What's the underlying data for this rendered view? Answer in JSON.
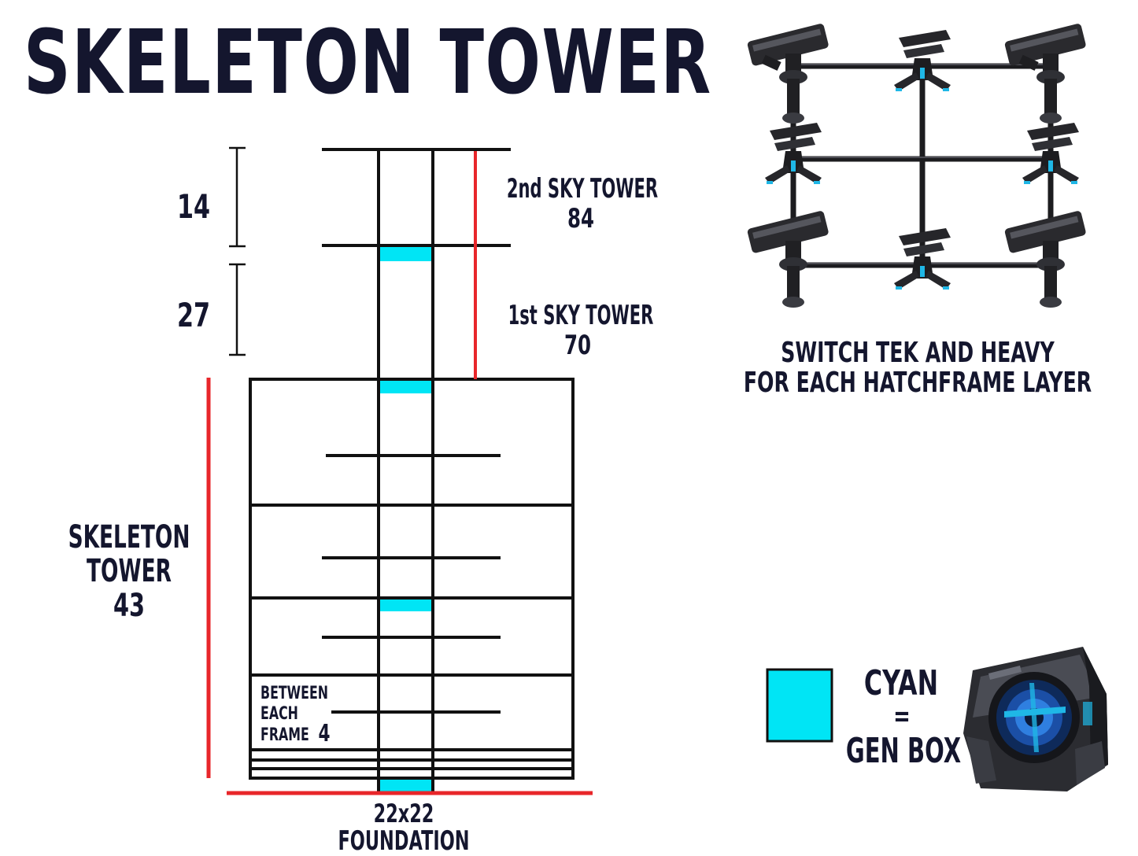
{
  "title": "SKELETON TOWER",
  "dimensions": {
    "top_gap": "14",
    "mid_gap": "27",
    "between_frame_value": "4",
    "between_frame_lines": [
      "BETWEEN",
      "EACH",
      "FRAME"
    ]
  },
  "labels": {
    "sky_tower_2": {
      "name": "2nd SKY TOWER",
      "value": "84"
    },
    "sky_tower_1": {
      "name": "1st SKY TOWER",
      "value": "70"
    },
    "skeleton": {
      "lines": [
        "SKELETON",
        "TOWER"
      ],
      "value": "43"
    },
    "foundation": {
      "size": "22x22",
      "name": "FOUNDATION"
    }
  },
  "hatch_note": [
    "SWITCH  TEK  AND  HEAVY",
    "FOR EACH HATCHFRAME LAYER"
  ],
  "legend": {
    "lines": [
      "CYAN",
      "=",
      "GEN BOX"
    ],
    "swatch_color": "#00e5f5"
  },
  "icons": {
    "turret_grid": "turret-grid-icon",
    "generator": "tek-generator-icon"
  },
  "colors": {
    "ink": "#14162e",
    "line": "#111111",
    "accent_red": "#e8262a",
    "gen_box": "#00e5f5"
  }
}
